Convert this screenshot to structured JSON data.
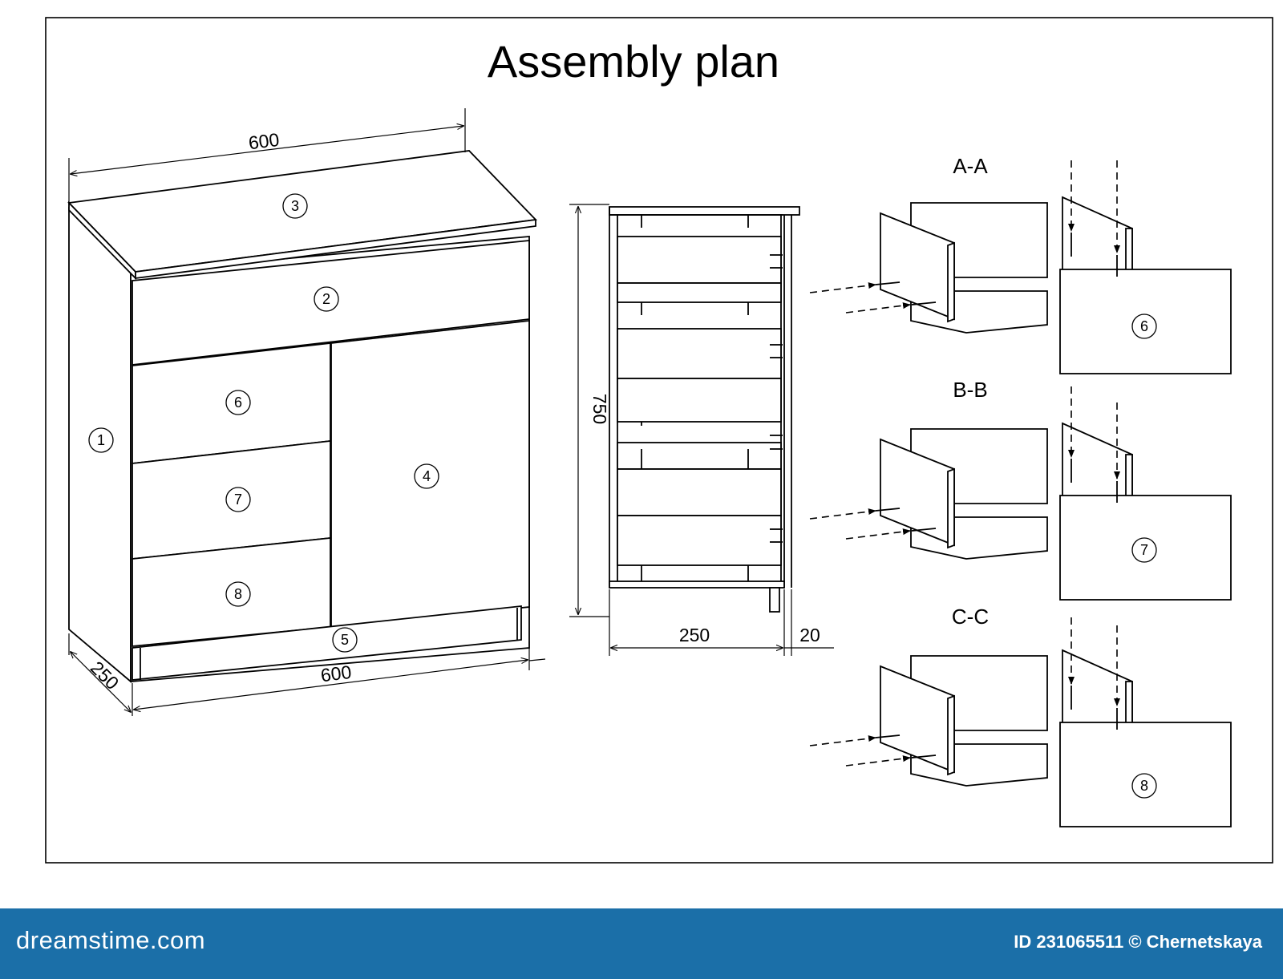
{
  "title": "Assembly plan",
  "dimensions": {
    "top_width": "600",
    "bottom_width": "600",
    "depth": "250",
    "height": "750",
    "side_depth": "250",
    "offset": "20"
  },
  "sections": [
    "A-A",
    "B-B",
    "C-C"
  ],
  "part_labels": {
    "side": "1",
    "top_drawer": "2",
    "top": "3",
    "door": "4",
    "plinth": "5",
    "drawer_1": "6",
    "drawer_2": "7",
    "drawer_3": "8"
  },
  "section_parts": [
    "6",
    "7",
    "8"
  ],
  "footer": {
    "brand": "dreamstime.com",
    "image_id": "ID 231065511 © Chernetskaya"
  }
}
